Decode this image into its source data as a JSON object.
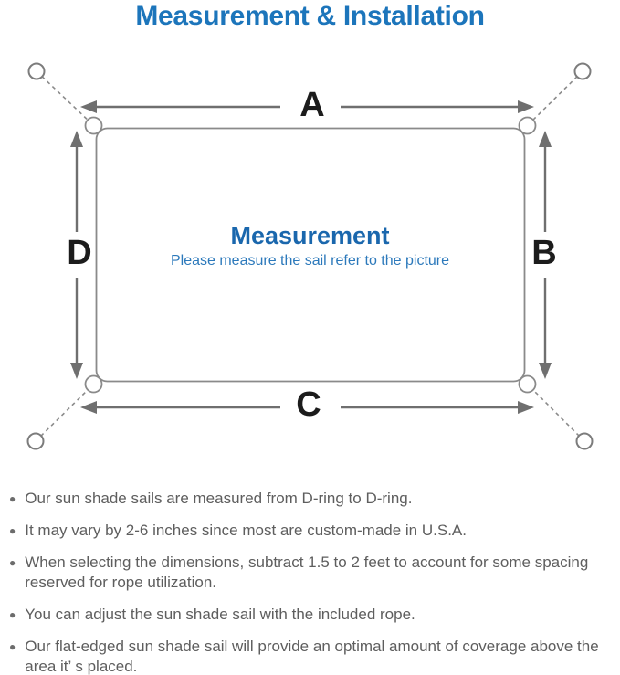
{
  "title": "Measurement & Installation",
  "diagram": {
    "dim_labels": {
      "a": "A",
      "b": "B",
      "c": "C",
      "d": "D"
    },
    "center_heading": "Measurement",
    "center_subtitle": "Please measure the sail refer to the picture"
  },
  "notes": {
    "items": [
      "Our sun shade sails are measured from D-ring to D-ring.",
      "It may vary by 2-6 inches since most are custom-made in U.S.A.",
      "When selecting the dimensions, subtract 1.5 to 2 feet to account for some spacing reserved for rope utilization.",
      "You can adjust the sun shade sail with the included rope.",
      "Our flat-edged sun shade sail will provide an optimal amount of coverage above the area it’ s placed."
    ]
  },
  "icons": {
    "bullet": "●"
  },
  "colors": {
    "title_blue": "#1c75bb",
    "center_heading_blue": "#1a67ad",
    "subtitle_blue": "#2c79bb",
    "outline_gray": "#8a8a8a",
    "dimension_gray": "#6f6f6f",
    "label_black": "#1c1c1c",
    "note_text_gray": "#5e5e5e",
    "background": "#ffffff"
  }
}
